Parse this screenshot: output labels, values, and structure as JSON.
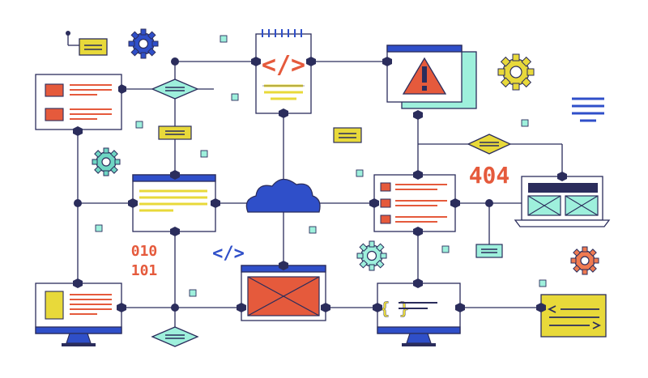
{
  "labels": {
    "error_code": "404",
    "binary_line1": "010",
    "binary_line2": "101",
    "code_tag_main": "</>",
    "code_tag_floating": "</>",
    "brace_code": "{ }"
  },
  "colors": {
    "line": "#2b2d5c",
    "accent_blue": "#2f4fc9",
    "red": "#e55a3c",
    "yellow": "#e8d93a",
    "mint": "#9ef0dc",
    "teal_gear": "#6fd6c3",
    "orange_gear": "#f07a50"
  },
  "icons": [
    "gear-icon",
    "cloud-icon",
    "warning-icon",
    "monitor-icon",
    "laptop-icon",
    "notepad-icon",
    "hamburger-menu-icon",
    "diamond-decision-icon"
  ]
}
